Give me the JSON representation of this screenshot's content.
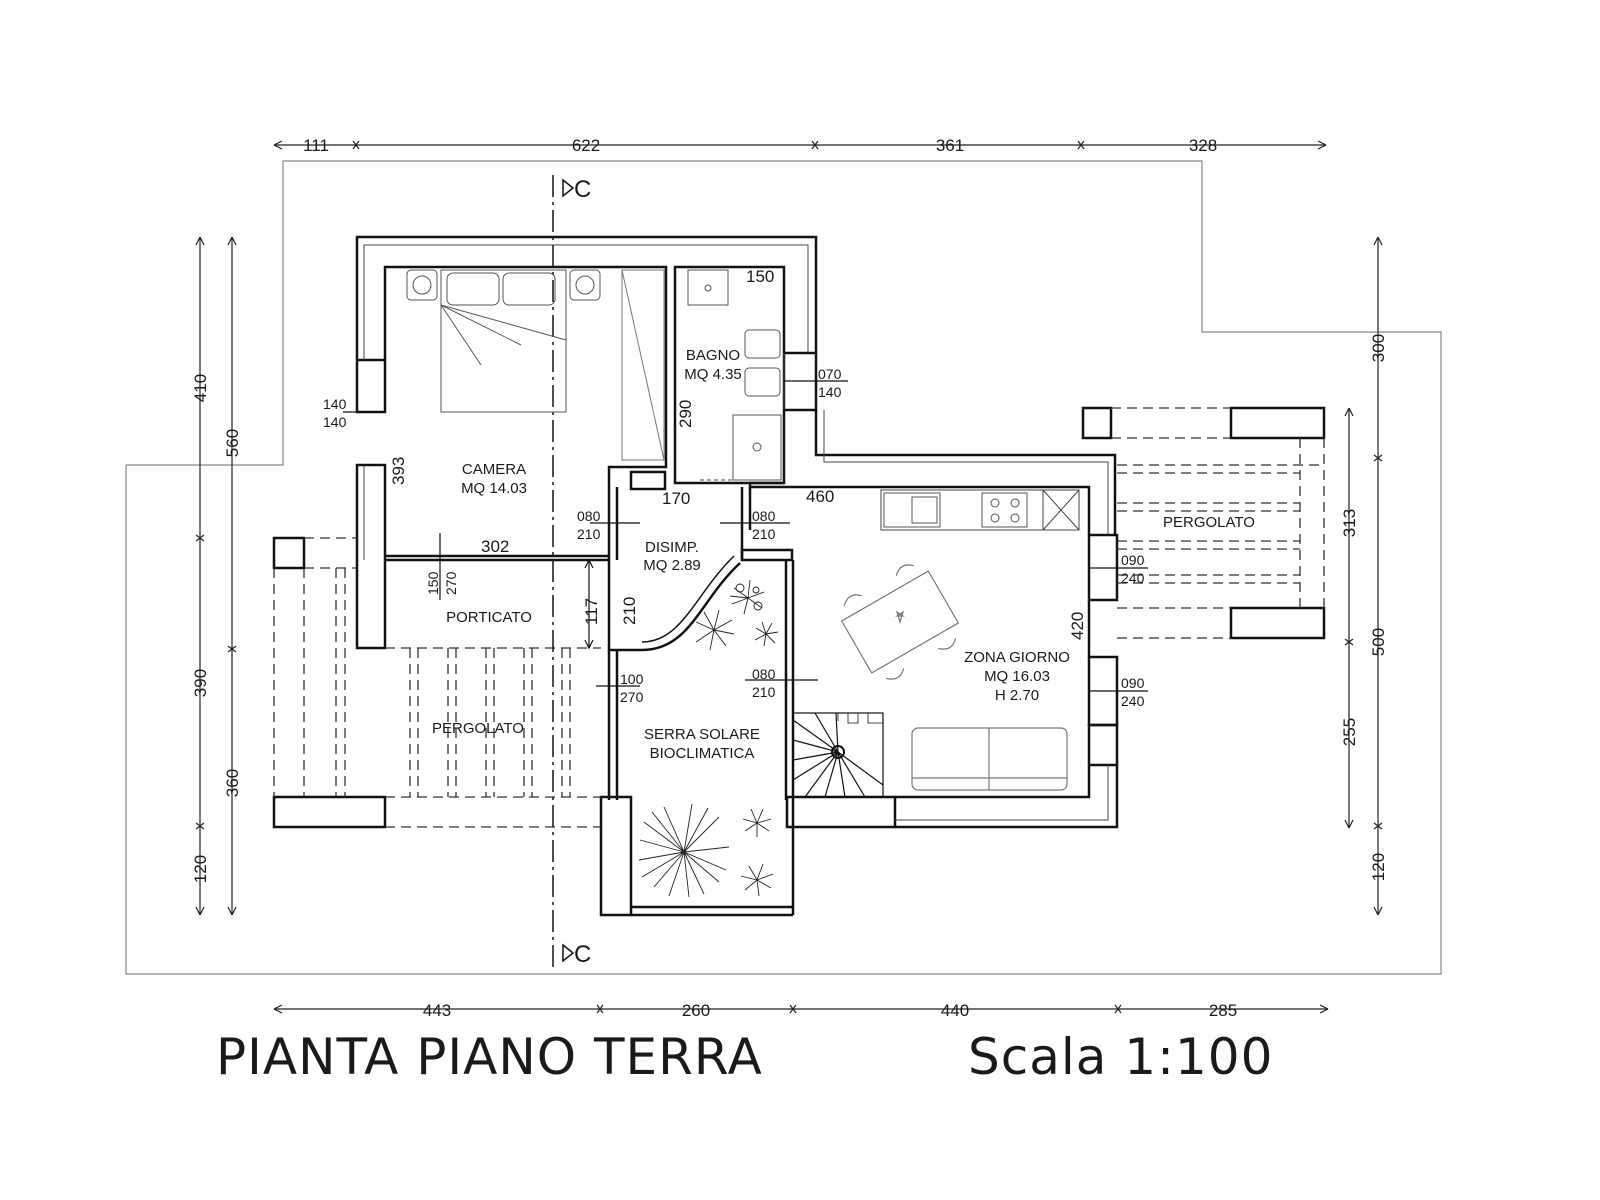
{
  "drawing": {
    "title": "PIANTA PIANO TERRA",
    "scale": "Scala 1:100",
    "section_marker": "C"
  },
  "dims": {
    "top": [
      "111",
      "622",
      "361",
      "328"
    ],
    "bottom": [
      "443",
      "260",
      "440",
      "285"
    ],
    "left_outer": [
      "410",
      "390",
      "120"
    ],
    "left_inner": [
      "560",
      "360"
    ],
    "right_outer": [
      "300",
      "500",
      "120"
    ],
    "right_inner": [
      "313",
      "255"
    ]
  },
  "rooms": {
    "camera": {
      "name": "CAMERA",
      "area": "MQ 14.03"
    },
    "bagno": {
      "name": "BAGNO",
      "area": "MQ 4.35"
    },
    "disimp": {
      "name": "DISIMP.",
      "area": "MQ 2.89"
    },
    "porticato": {
      "name": "PORTICATO"
    },
    "pergolato_left": {
      "name": "PERGOLATO"
    },
    "pergolato_right": {
      "name": "PERGOLATO"
    },
    "serra": {
      "line1": "SERRA SOLARE",
      "line2": "BIOCLIMATICA"
    },
    "zona": {
      "name": "ZONA GIORNO",
      "area": "MQ 16.03",
      "height": "H 2.70"
    }
  },
  "openings": {
    "camera_win": [
      "140",
      "140"
    ],
    "bagno_win": [
      "070",
      "140"
    ],
    "disimp_left": [
      "080",
      "210"
    ],
    "disimp_right": [
      "080",
      "210"
    ],
    "zona_win_top": [
      "090",
      "240"
    ],
    "zona_win_bottom": [
      "090",
      "240"
    ],
    "portico_door": [
      "150",
      "270"
    ],
    "serra_door": [
      "100",
      "270"
    ],
    "serra_zona_door": [
      "080",
      "210"
    ]
  },
  "labels": {
    "bagno_w": "150",
    "bagno_h": "290",
    "camera_h": "393",
    "camera_w": "302",
    "disimp_w": "170",
    "disimp_h": "210",
    "zona_w": "460",
    "zona_h": "420",
    "portico_h": "117"
  }
}
